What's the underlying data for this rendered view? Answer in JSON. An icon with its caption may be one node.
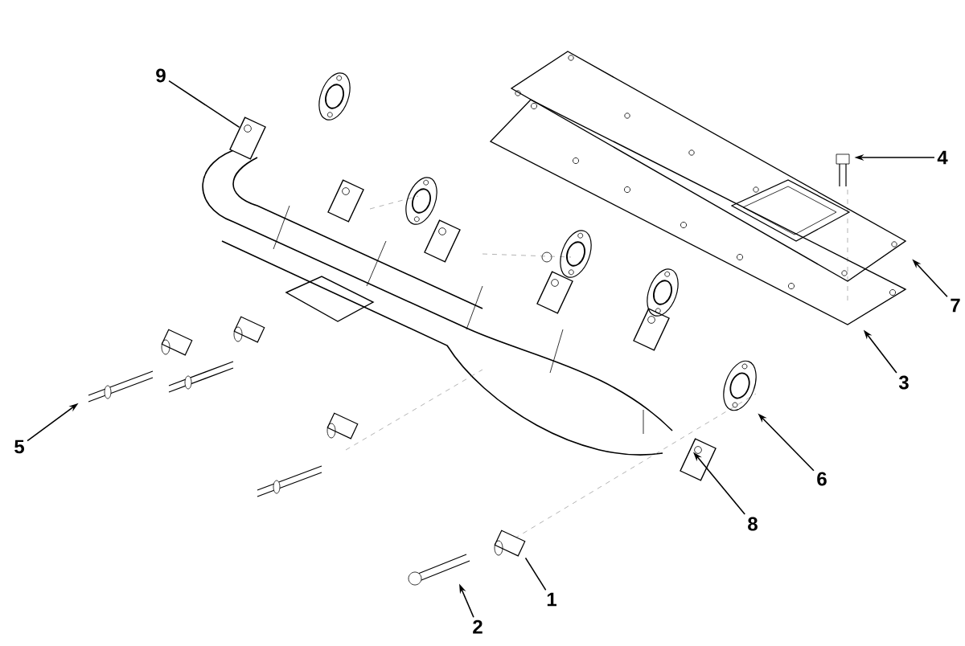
{
  "diagram": {
    "nodes": [
      {
        "text": [
          "9"
        ]
      },
      {
        "text": [
          "4"
        ]
      },
      {
        "text": [
          "7"
        ]
      },
      {
        "text": [
          "3"
        ]
      },
      {
        "text": [
          "5"
        ]
      },
      {
        "text": [
          "6"
        ]
      },
      {
        "text": [
          "8"
        ]
      },
      {
        "text": [
          "1"
        ]
      },
      {
        "text": [
          "2"
        ]
      },
      {
        "text": [],
        "shape": "picture"
      },
      {
        "text": [],
        "shape": "picture"
      },
      {
        "text": [],
        "shape": "picture"
      },
      {
        "text": [],
        "shape": "picture"
      },
      {
        "text": [],
        "shape": "picture"
      },
      {
        "text": [],
        "shape": "picture"
      },
      {
        "text": [],
        "shape": "picture"
      },
      {
        "text": [],
        "shape": "picture"
      },
      {
        "text": [],
        "shape": "picture"
      }
    ],
    "edges": [
      {
        "from": 0,
        "to": 9,
        "arrow": "none"
      },
      {
        "from": 1,
        "to": 10,
        "arrow": "to"
      },
      {
        "from": 2,
        "to": 11,
        "arrow": "to"
      },
      {
        "from": 3,
        "to": 12,
        "arrow": "to"
      },
      {
        "from": 4,
        "to": 13,
        "arrow": "to"
      },
      {
        "from": 5,
        "to": 14,
        "arrow": "to"
      },
      {
        "from": 6,
        "to": 15,
        "arrow": "to"
      },
      {
        "from": 7,
        "to": 16,
        "arrow": "none"
      },
      {
        "from": 8,
        "to": 17,
        "arrow": "to"
      }
    ]
  }
}
